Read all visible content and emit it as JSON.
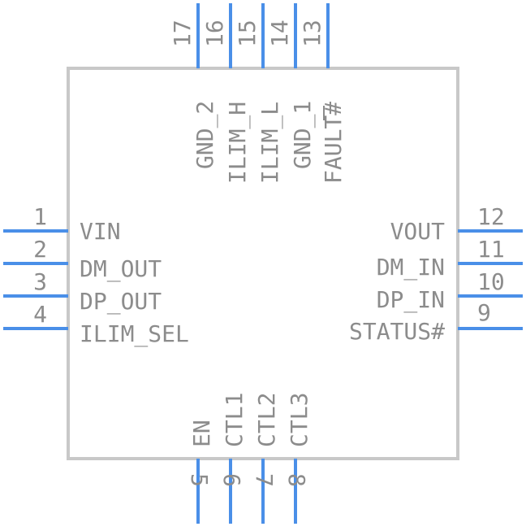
{
  "component": {
    "pins": [
      {
        "number": "1",
        "name": "VIN"
      },
      {
        "number": "2",
        "name": "DM_OUT"
      },
      {
        "number": "3",
        "name": "DP_OUT"
      },
      {
        "number": "4",
        "name": "ILIM_SEL"
      },
      {
        "number": "5",
        "name": "EN"
      },
      {
        "number": "6",
        "name": "CTL1"
      },
      {
        "number": "7",
        "name": "CTL2"
      },
      {
        "number": "8",
        "name": "CTL3"
      },
      {
        "number": "9",
        "name": "STATUS#"
      },
      {
        "number": "10",
        "name": "DP_IN"
      },
      {
        "number": "11",
        "name": "DM_IN"
      },
      {
        "number": "12",
        "name": "VOUT"
      },
      {
        "number": "13",
        "name": "FAULT#"
      },
      {
        "number": "14",
        "name": "GND_1"
      },
      {
        "number": "15",
        "name": "ILIM_L"
      },
      {
        "number": "16",
        "name": "ILIM_H"
      },
      {
        "number": "17",
        "name": "GND_2"
      }
    ]
  },
  "colors": {
    "pin_line": "#4a8fe8",
    "body_outline": "#c8c8c8",
    "text": "#8c8c8c"
  }
}
